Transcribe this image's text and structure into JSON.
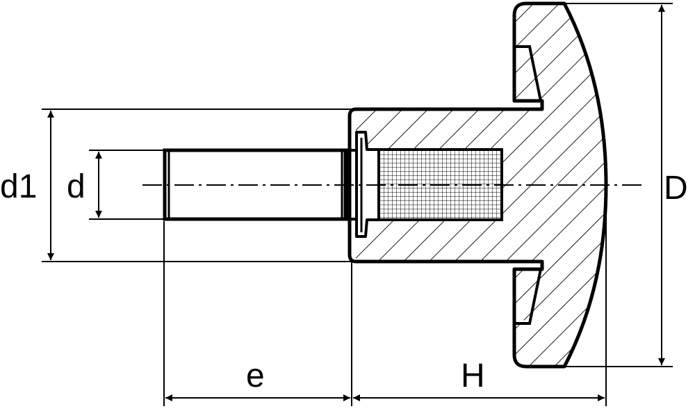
{
  "diagram": {
    "stroke_color": "#000000",
    "background_color": "#ffffff",
    "labels": {
      "d1": "d1",
      "d": "d",
      "e": "e",
      "H": "H",
      "D": "D"
    }
  }
}
